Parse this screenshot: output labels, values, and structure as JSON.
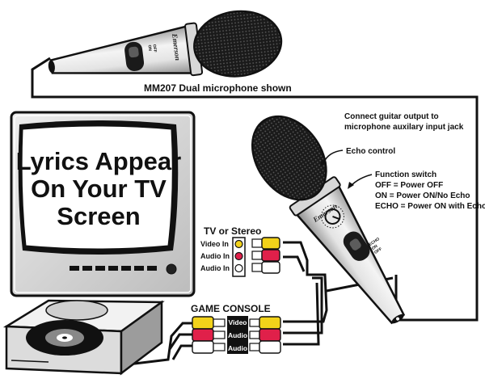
{
  "captions": {
    "mic_model": "MM207 Dual microphone shown",
    "guitar_line1": "Connect guitar output to",
    "guitar_line2": "microphone auxilary input jack",
    "echo_control": "Echo control",
    "function_title": "Function switch",
    "function_off": "OFF = Power OFF",
    "function_on": "ON = Power ON/No Echo",
    "function_echo": "ECHO = Power ON with Echo",
    "tv_or_stereo": "TV or Stereo",
    "game_console": "GAME CONSOLE"
  },
  "tv_screen": {
    "line1": "Lyrics Appear",
    "line2": "On Your TV",
    "line3": "Screen"
  },
  "tv_inputs": [
    "Video In",
    "Audio In",
    "Audio In"
  ],
  "console_ports": [
    "Video",
    "Audio",
    "Audio"
  ],
  "mic_top": {
    "brand": "Emerson",
    "switch_on": "ON",
    "switch_off": "OFF"
  },
  "mic_right": {
    "brand": "Emerson",
    "switch_echo": "ECHO",
    "switch_on": "ON",
    "switch_off": "OFF"
  },
  "colors": {
    "video_plug": "#f2d21a",
    "audio_plug_red": "#e0204a",
    "audio_plug_white": "#ffffff",
    "outline": "#111111"
  }
}
